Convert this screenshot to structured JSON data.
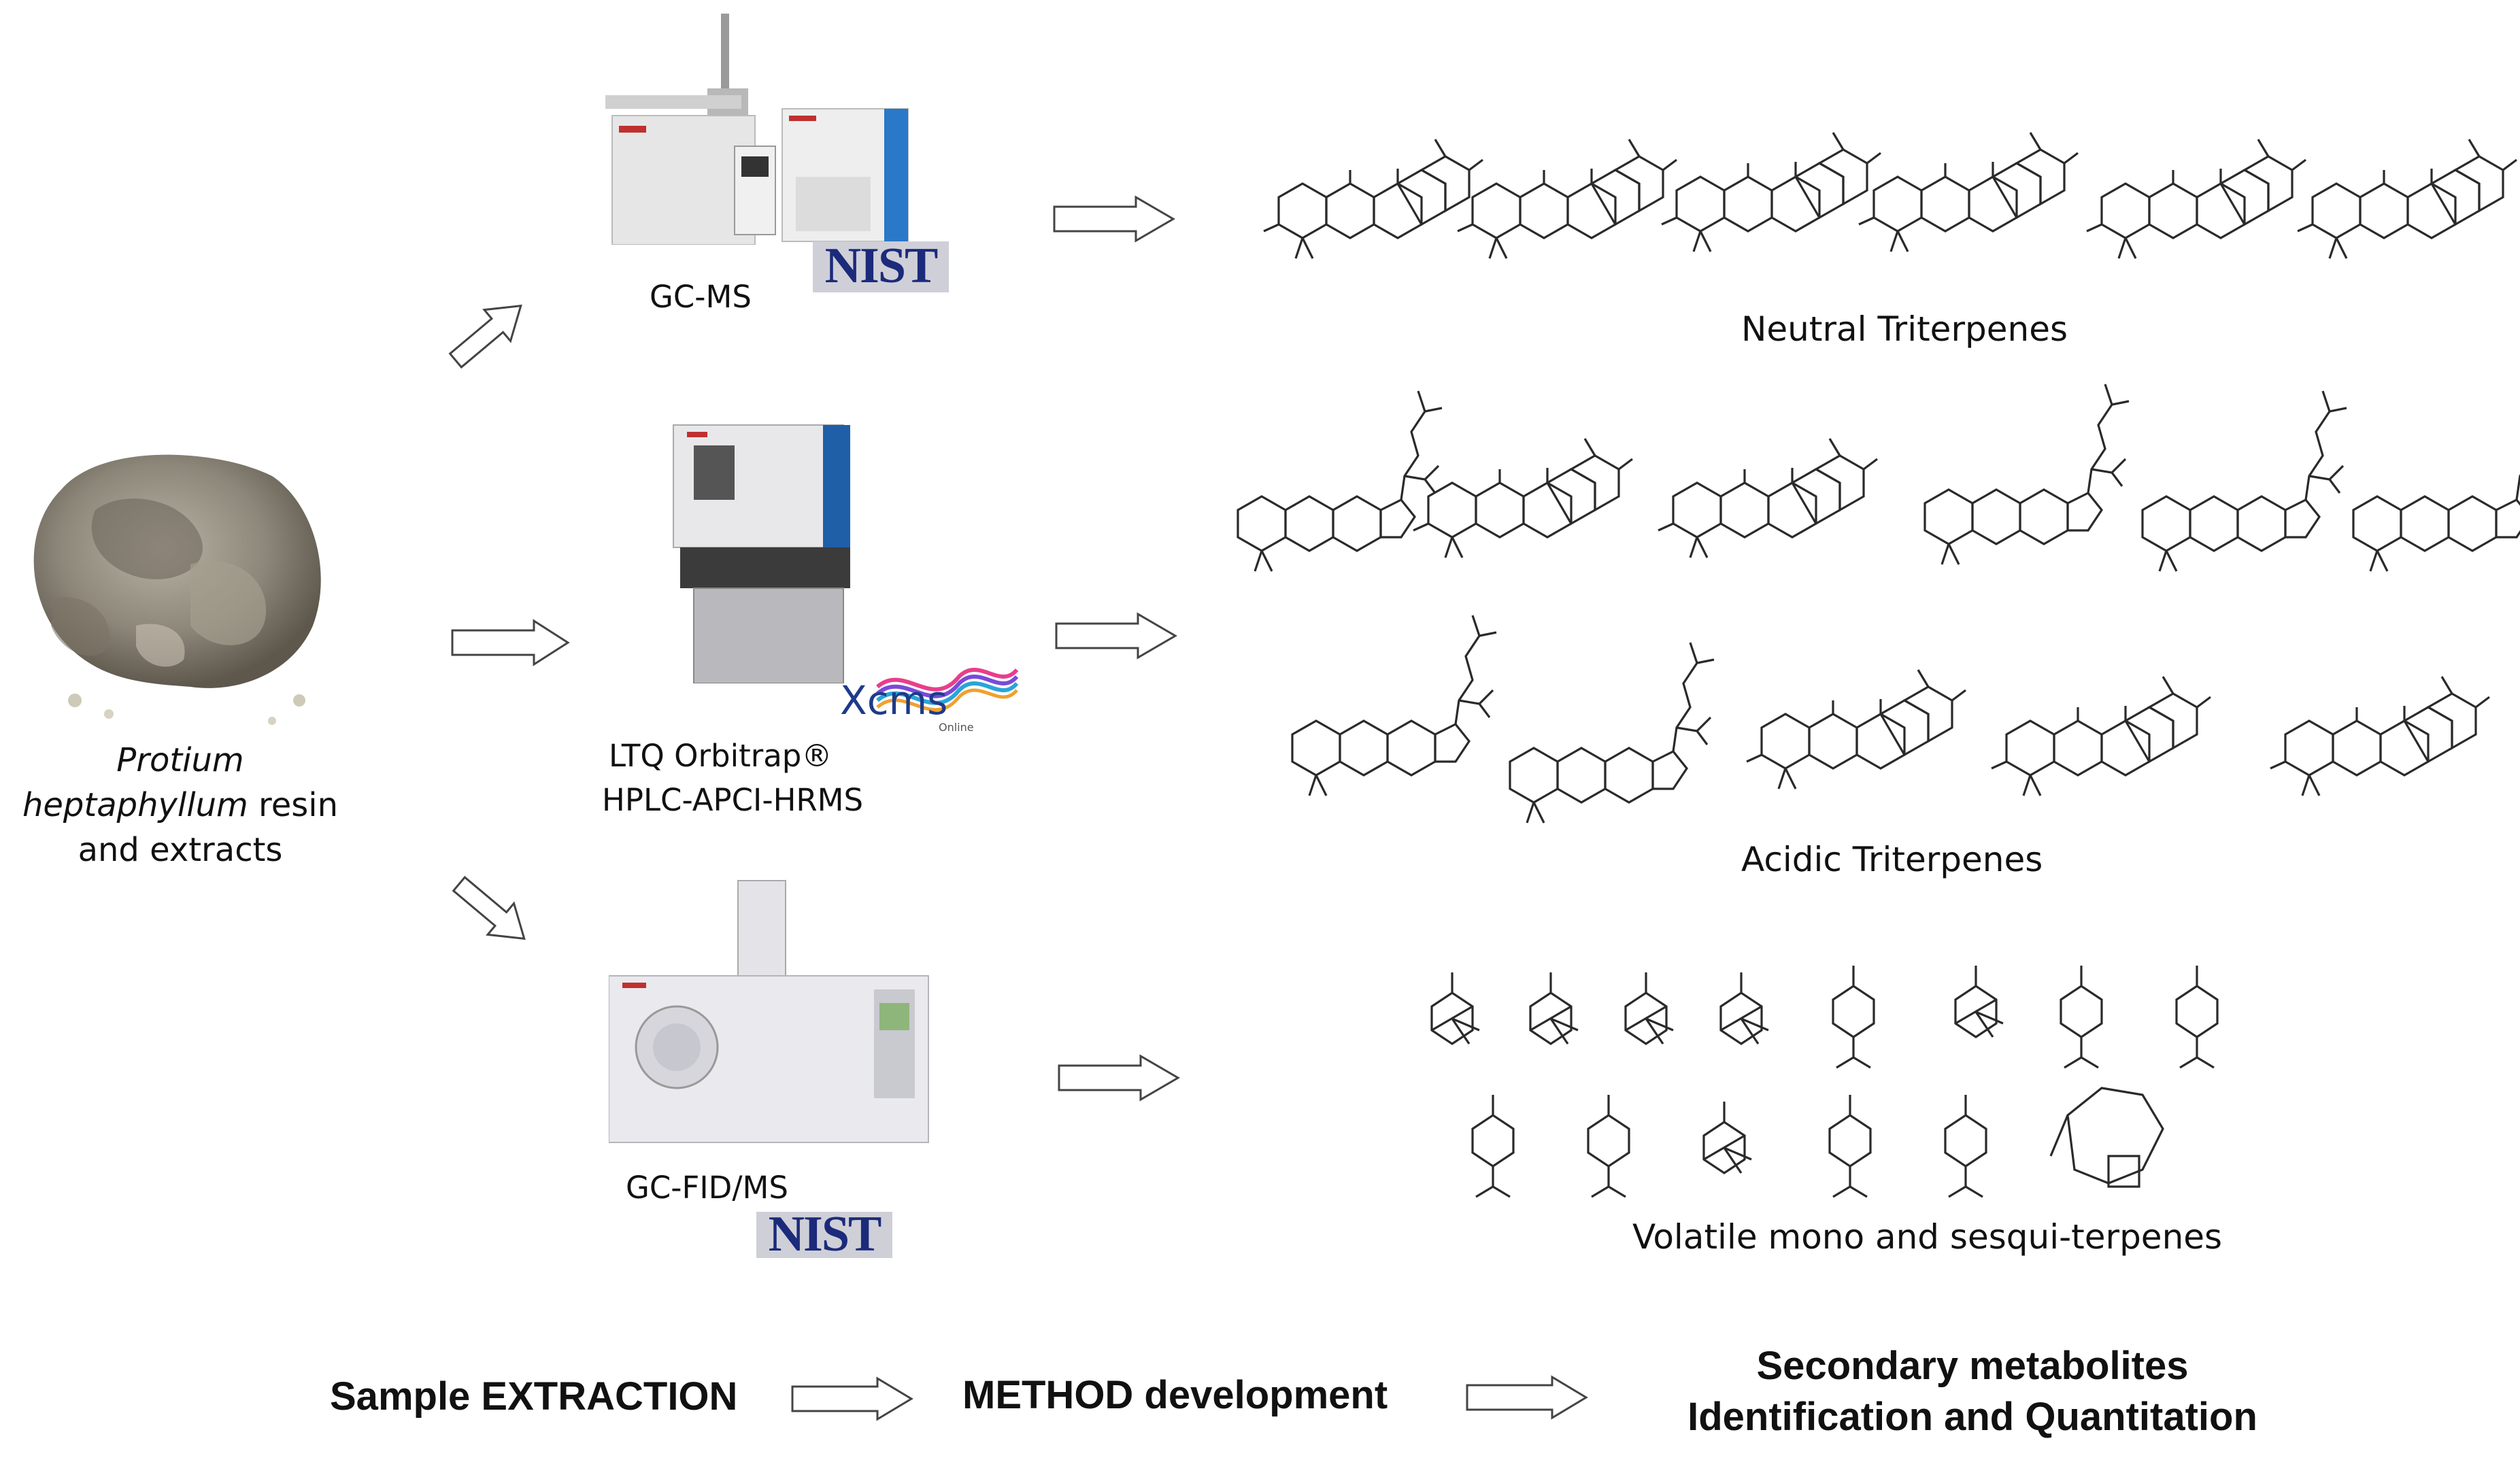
{
  "sample": {
    "caption_line1": "Protium",
    "caption_line2_italic": "heptaphyllum",
    "caption_line2_rest": " resin",
    "caption_line3": "and extracts"
  },
  "instruments": [
    {
      "name": "GC-MS",
      "logo": "NIST"
    },
    {
      "name_line1": "LTQ Orbitrap®",
      "name_line2": "HPLC-APCI-HRMS",
      "logo": "Xcms",
      "logo_sub": "Online"
    },
    {
      "name": "GC-FID/MS",
      "logo": "NIST"
    }
  ],
  "categories": {
    "neutral": "Neutral Triterpenes",
    "acidic": "Acidic Triterpenes",
    "volatile": "Volatile mono and sesqui-terpenes"
  },
  "workflow": {
    "step1": "Sample EXTRACTION",
    "step2": "METHOD development",
    "step3_line1": "Secondary metabolites",
    "step3_line2": "Identification and Quantitation"
  },
  "colors": {
    "nist_blue": "#1b2a7a",
    "xcms_blue": "#1e3a8a",
    "xcms_rainbow": [
      "#e83e8c",
      "#7a4ad8",
      "#2aa5d8",
      "#f0a030"
    ]
  }
}
